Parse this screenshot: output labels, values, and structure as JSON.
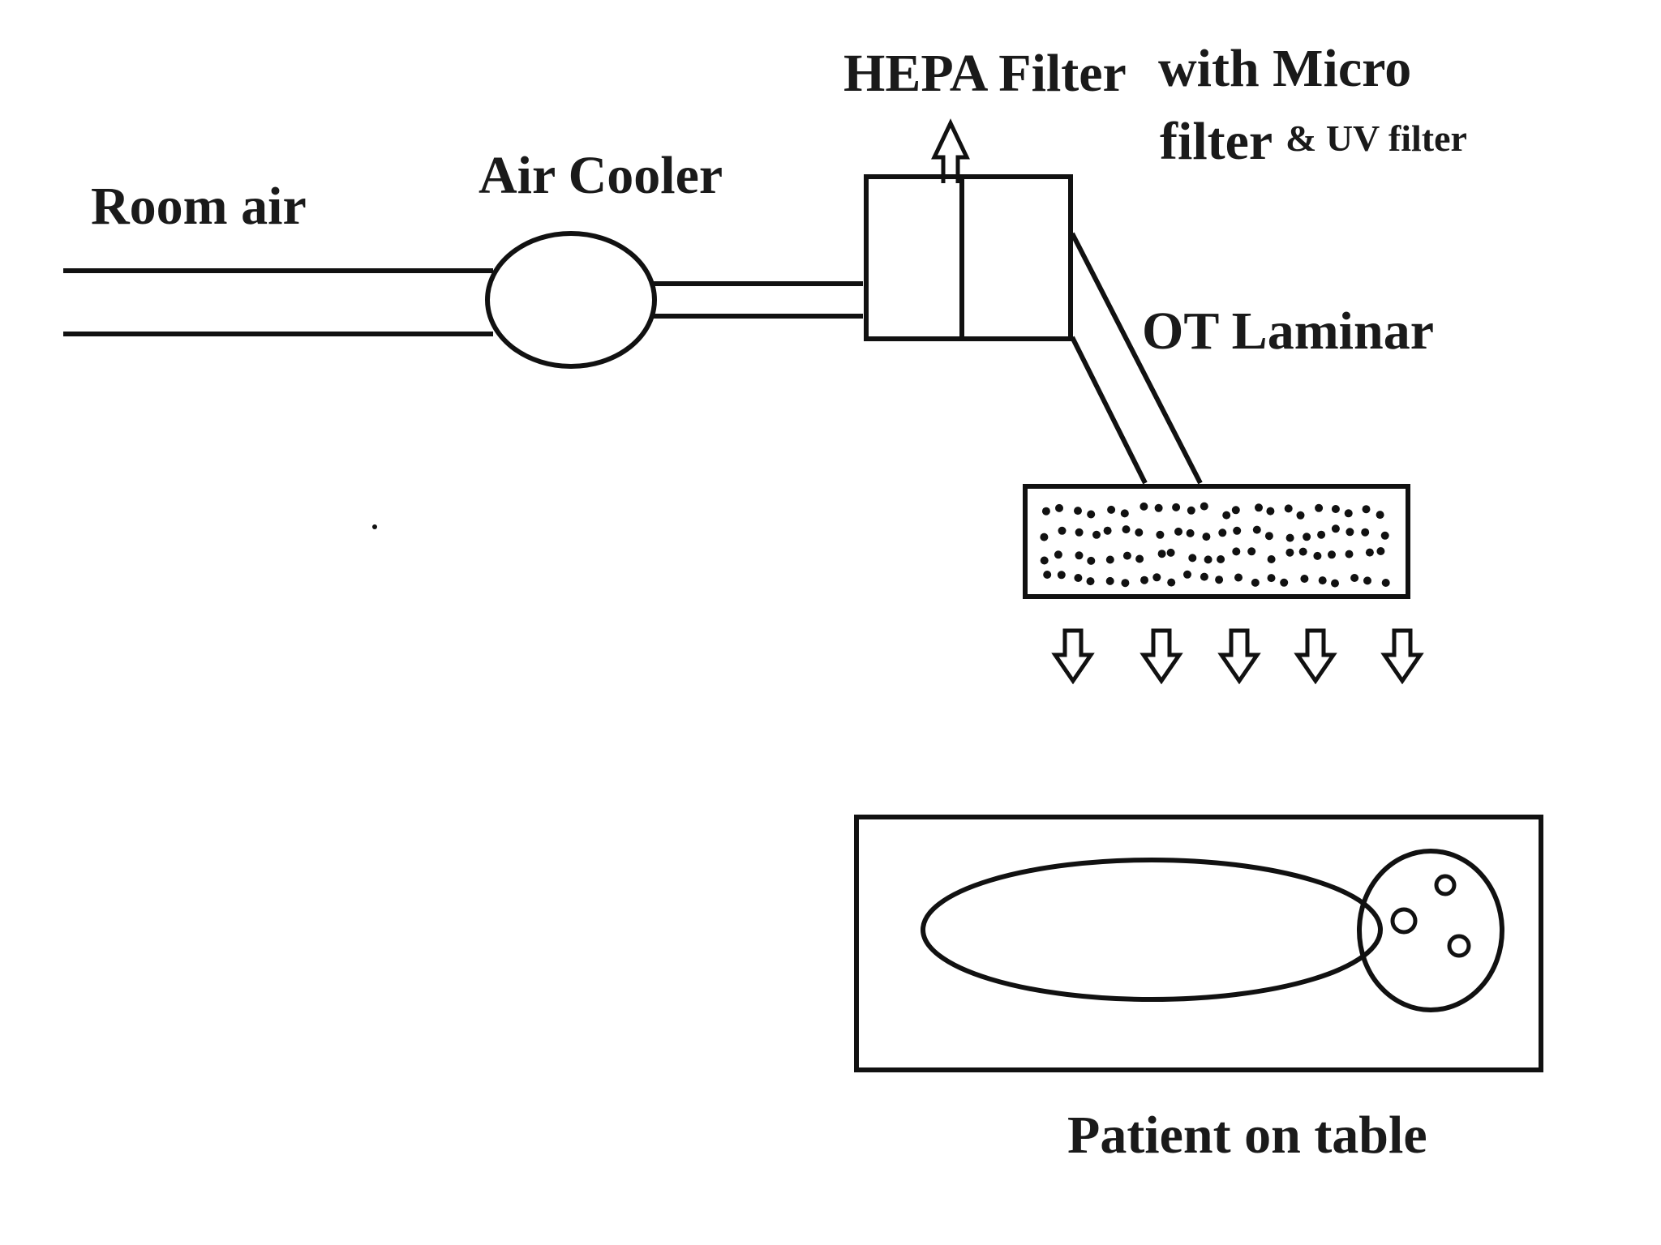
{
  "labels": {
    "room_air": "Room air",
    "air_cooler": "Air Cooler",
    "hepa_line1_a": "HEPA Filter",
    "hepa_line1_b": "with Micro",
    "hepa_line2_a": "filter",
    "hepa_line2_b": "& UV filter",
    "ot_laminar": "OT Laminar",
    "patient": "Patient on table"
  },
  "icons": {
    "up_arrow": "hollow-up-arrow-icon",
    "down_arrow": "hollow-down-arrow-icon"
  },
  "colors": {
    "ink": "#111111",
    "background": "#ffffff"
  }
}
